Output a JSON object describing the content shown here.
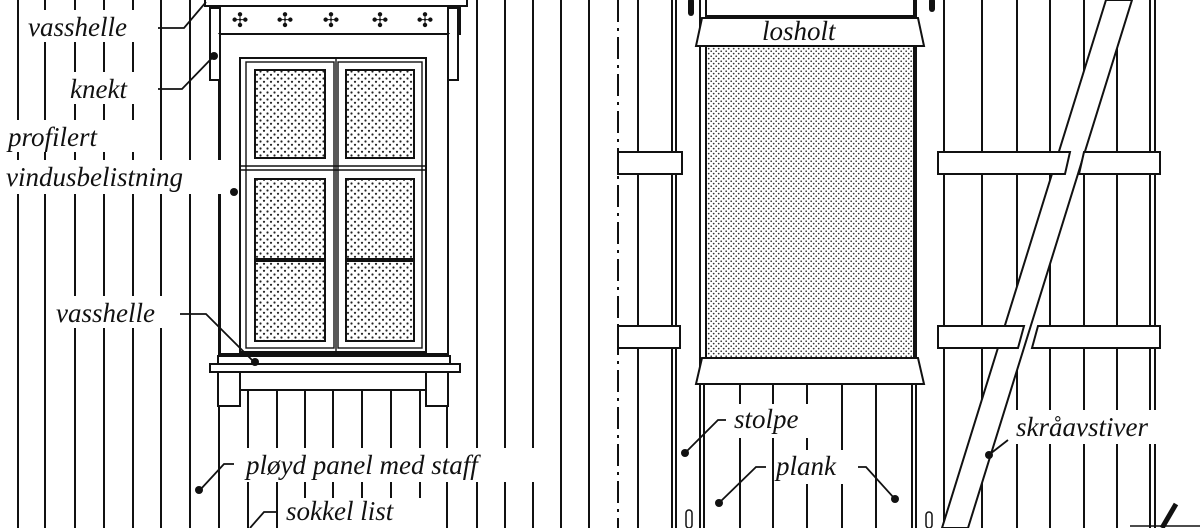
{
  "title": "Vindu og dør i bindingsverk / plankekonstruksjon",
  "colors": {
    "ink": "#111111",
    "paper": "#ffffff",
    "glass_dots": "#222222"
  },
  "labels": {
    "vasshelle_top": "vasshelle",
    "knekt": "knekt",
    "profilert": "profilert",
    "vindusbelistning": "vindusbelistning",
    "vasshelle_bottom": "vasshelle",
    "ployd_panel": "pløyd panel med staff",
    "sokkel_list": "sokkel list",
    "losholt": "losholt",
    "stolpe": "stolpe",
    "plank": "plank",
    "skraavstiver": "skråavstiver"
  },
  "ornaments": {
    "icon": "quatrefoil-cross-icon",
    "count": 5
  },
  "window": {
    "sashes": 2,
    "panes_per_sash": 3
  }
}
